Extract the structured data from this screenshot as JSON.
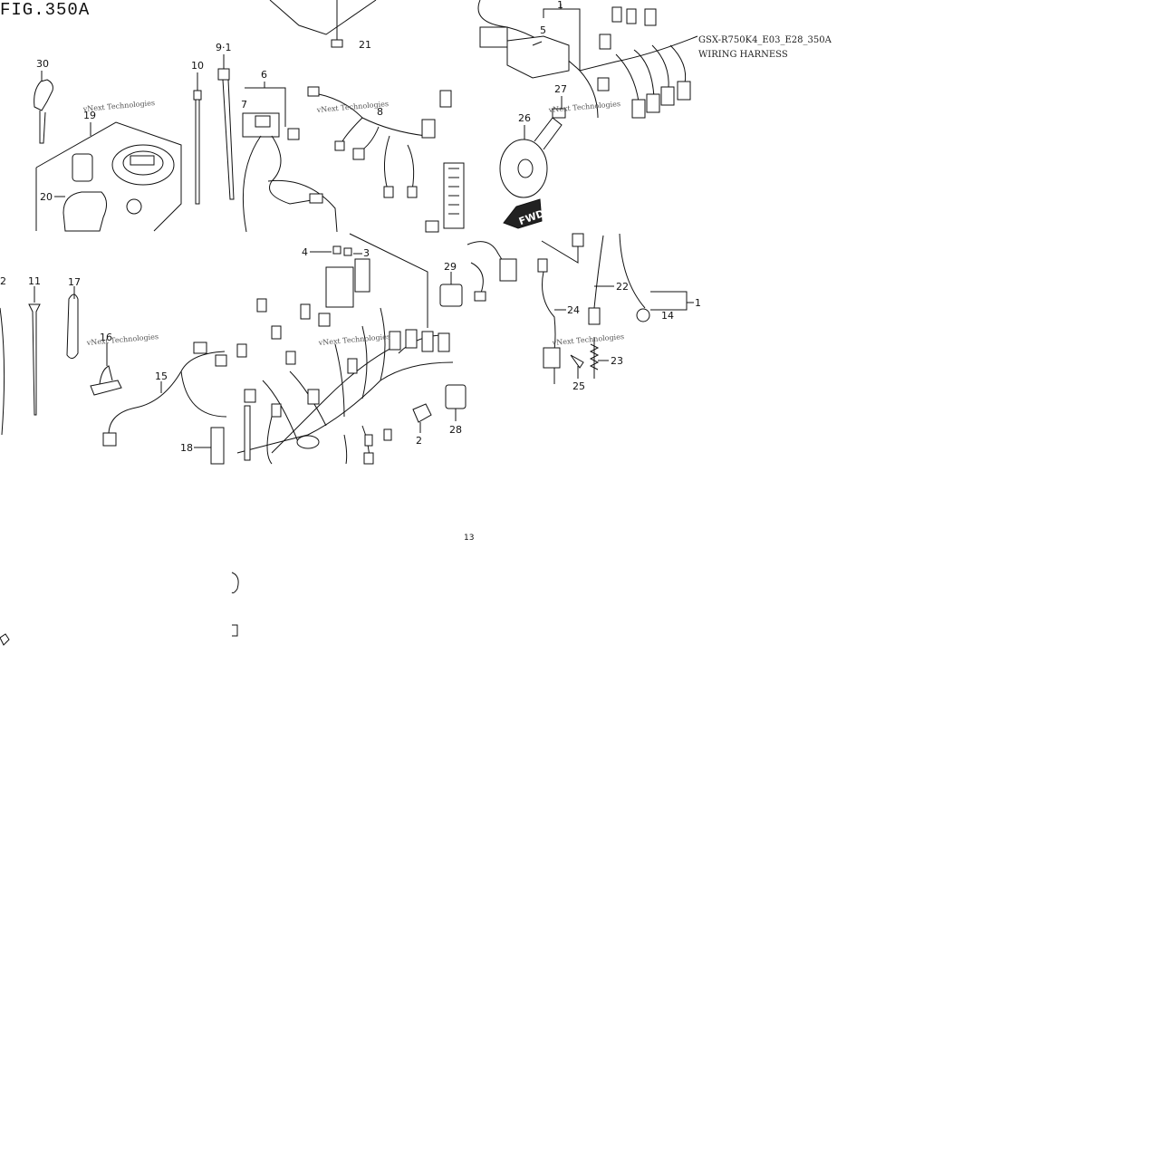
{
  "figure": {
    "label": "FIG.350A",
    "model_code": "GSX-R750K4_E03_E28_350A",
    "title": "WIRING HARNESS"
  },
  "watermark": "vNext Technologies",
  "fwd_label": "FWD",
  "callouts": {
    "c1": "1",
    "c2": "2",
    "c3": "3",
    "c4": "4",
    "c5": "5",
    "c6": "6",
    "c7": "7",
    "c8": "8",
    "c9": "9·1",
    "c10": "10",
    "c11": "11",
    "c12": "2",
    "c13": "13",
    "c14": "14",
    "c15": "15",
    "c16": "16",
    "c17": "17",
    "c18": "18",
    "c19": "19",
    "c20": "20",
    "c21": "21",
    "c22": "22",
    "c23": "23",
    "c24": "24",
    "c25": "25",
    "c26": "26",
    "c27": "27",
    "c28": "28",
    "c29": "29",
    "c30": "30",
    "c1b": "1"
  },
  "colors": {
    "ink": "#111111",
    "wm": "#9a9a9a",
    "bg": "#ffffff"
  }
}
